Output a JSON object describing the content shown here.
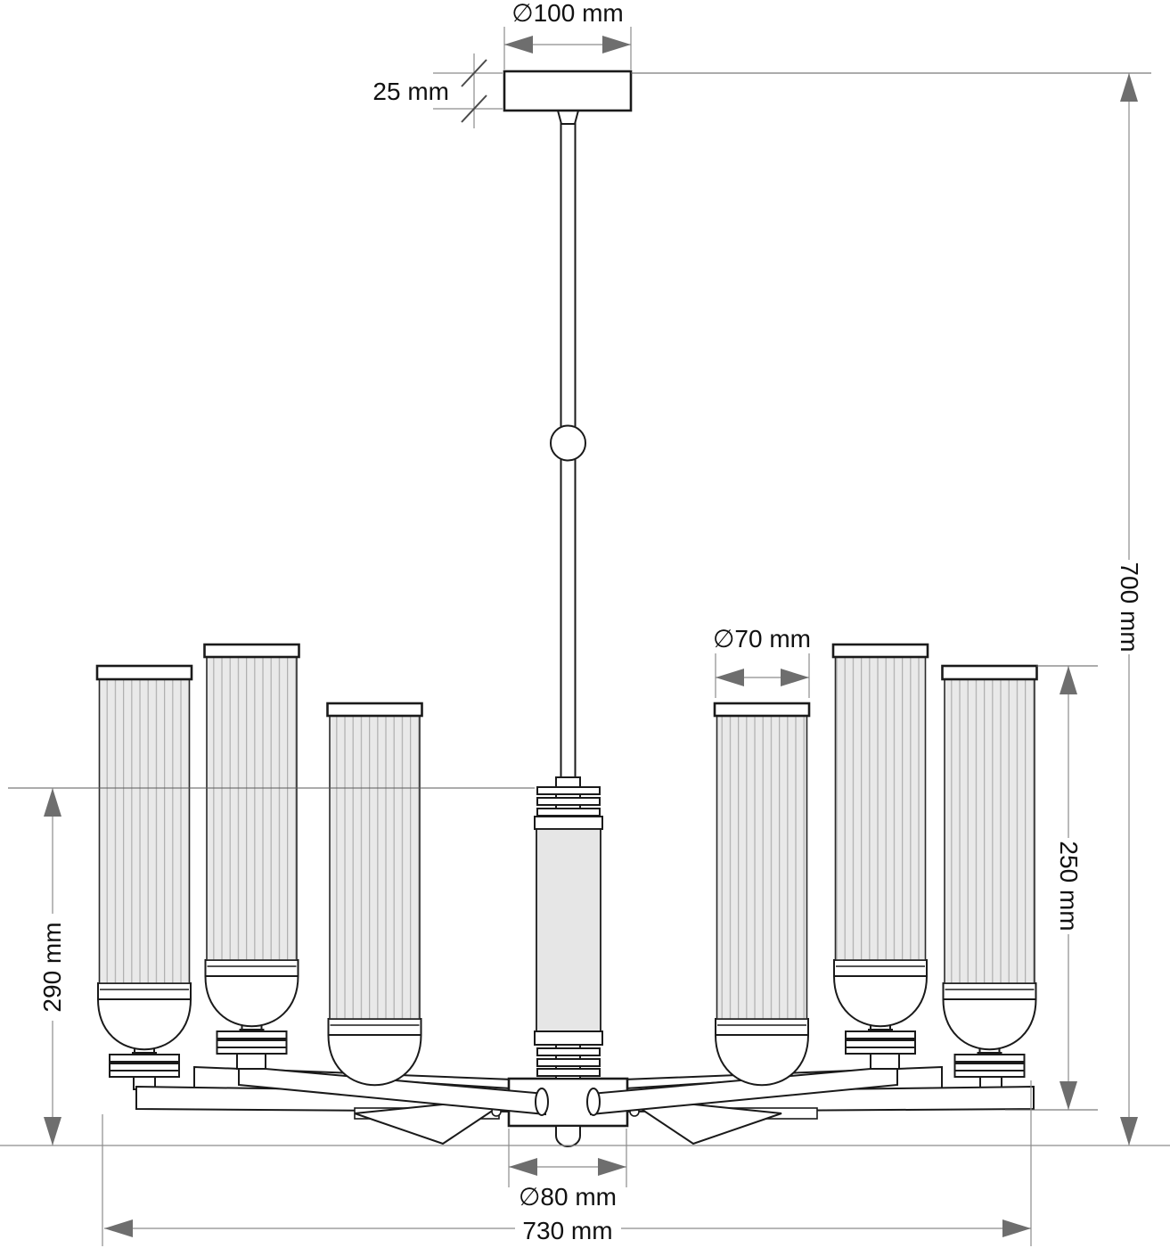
{
  "drawing": {
    "title": "Chandelier technical dimension drawing",
    "type": "technical-dimension-drawing",
    "view": "front elevation",
    "shade_count": 6,
    "dimensions": {
      "canopy_diameter": "∅100 mm",
      "canopy_height": "25 mm",
      "overall_height": "700 mm",
      "shade_diameter": "∅70 mm",
      "shade_height": "250 mm",
      "body_drop_height": "290 mm",
      "hub_diameter": "∅80 mm",
      "overall_width": "730 mm"
    },
    "colors": {
      "outline": "#1a1a1a",
      "dimension_line": "#8c8c8c",
      "arrow": "#6e6e6e",
      "shade_fill": "#e9e9e9",
      "rib_line": "#b0b0b0",
      "column_fill": "#e6e6e6",
      "background": "#ffffff"
    }
  }
}
